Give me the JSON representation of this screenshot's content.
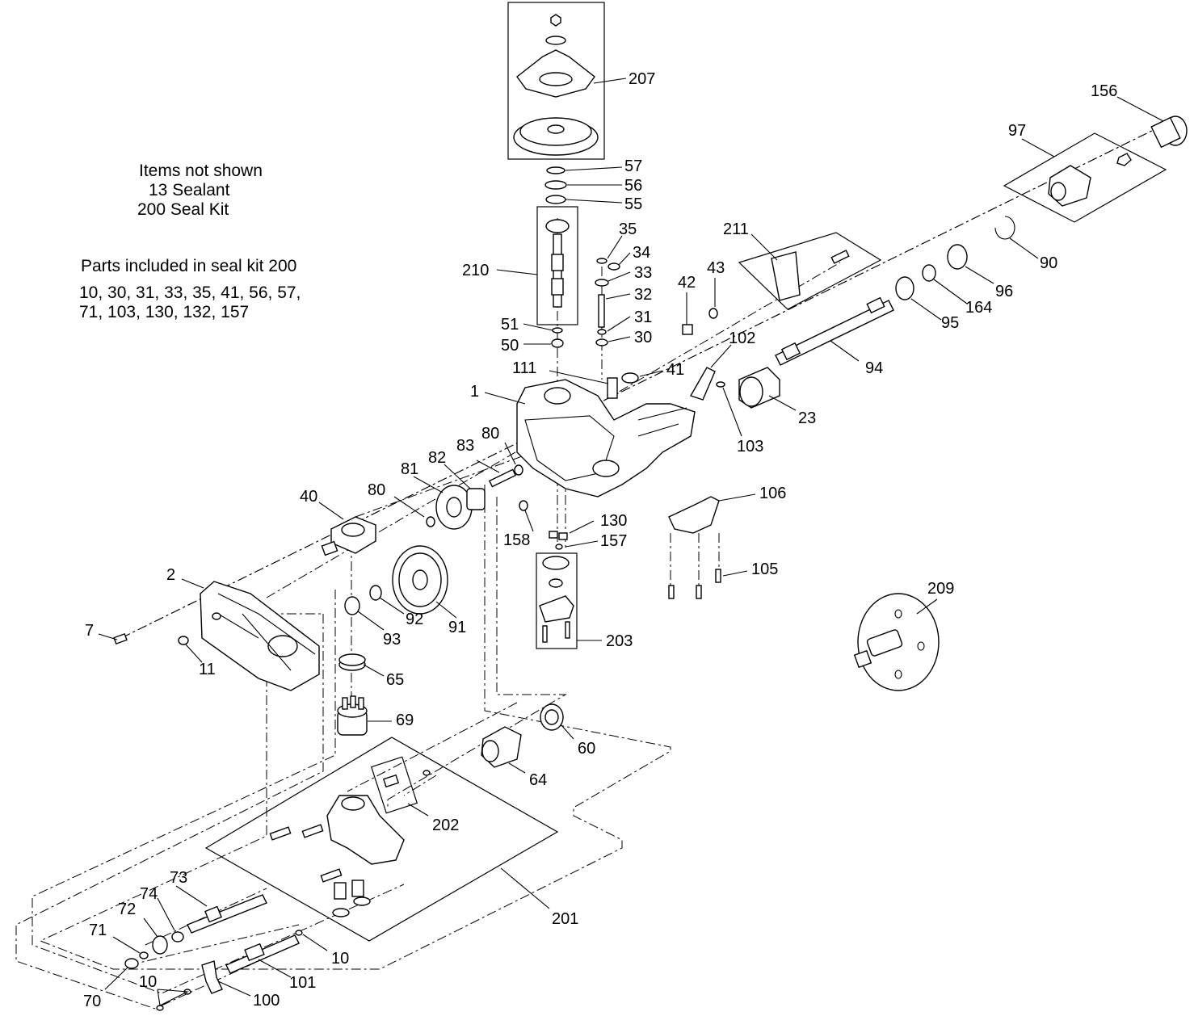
{
  "notes": {
    "not_shown_title": "Items not shown",
    "not_shown_line1": "13 Sealant",
    "not_shown_line2": "200 Seal Kit",
    "seal_kit_title": "Parts included in seal kit 200",
    "seal_kit_line1": "10, 30, 31, 33, 35, 41, 56, 57,",
    "seal_kit_line2": "71, 103, 130, 132, 157"
  },
  "callouts": [
    {
      "id": "c1",
      "label": "1"
    },
    {
      "id": "c2",
      "label": "2"
    },
    {
      "id": "c7",
      "label": "7"
    },
    {
      "id": "c10a",
      "label": "10"
    },
    {
      "id": "c10b",
      "label": "10"
    },
    {
      "id": "c11",
      "label": "11"
    },
    {
      "id": "c23",
      "label": "23"
    },
    {
      "id": "c30",
      "label": "30"
    },
    {
      "id": "c31",
      "label": "31"
    },
    {
      "id": "c32",
      "label": "32"
    },
    {
      "id": "c33",
      "label": "33"
    },
    {
      "id": "c34",
      "label": "34"
    },
    {
      "id": "c35",
      "label": "35"
    },
    {
      "id": "c40",
      "label": "40"
    },
    {
      "id": "c41",
      "label": "41"
    },
    {
      "id": "c42",
      "label": "42"
    },
    {
      "id": "c43",
      "label": "43"
    },
    {
      "id": "c50",
      "label": "50"
    },
    {
      "id": "c51",
      "label": "51"
    },
    {
      "id": "c55",
      "label": "55"
    },
    {
      "id": "c56",
      "label": "56"
    },
    {
      "id": "c57",
      "label": "57"
    },
    {
      "id": "c60",
      "label": "60"
    },
    {
      "id": "c64",
      "label": "64"
    },
    {
      "id": "c65",
      "label": "65"
    },
    {
      "id": "c69",
      "label": "69"
    },
    {
      "id": "c70",
      "label": "70"
    },
    {
      "id": "c71",
      "label": "71"
    },
    {
      "id": "c72",
      "label": "72"
    },
    {
      "id": "c73",
      "label": "73"
    },
    {
      "id": "c74",
      "label": "74"
    },
    {
      "id": "c80a",
      "label": "80"
    },
    {
      "id": "c80b",
      "label": "80"
    },
    {
      "id": "c81",
      "label": "81"
    },
    {
      "id": "c82",
      "label": "82"
    },
    {
      "id": "c83",
      "label": "83"
    },
    {
      "id": "c90",
      "label": "90"
    },
    {
      "id": "c91",
      "label": "91"
    },
    {
      "id": "c92",
      "label": "92"
    },
    {
      "id": "c93",
      "label": "93"
    },
    {
      "id": "c94",
      "label": "94"
    },
    {
      "id": "c95",
      "label": "95"
    },
    {
      "id": "c96",
      "label": "96"
    },
    {
      "id": "c97",
      "label": "97"
    },
    {
      "id": "c100",
      "label": "100"
    },
    {
      "id": "c101",
      "label": "101"
    },
    {
      "id": "c102",
      "label": "102"
    },
    {
      "id": "c103",
      "label": "103"
    },
    {
      "id": "c105",
      "label": "105"
    },
    {
      "id": "c106",
      "label": "106"
    },
    {
      "id": "c111",
      "label": "111"
    },
    {
      "id": "c130",
      "label": "130"
    },
    {
      "id": "c156",
      "label": "156"
    },
    {
      "id": "c157",
      "label": "157"
    },
    {
      "id": "c158",
      "label": "158"
    },
    {
      "id": "c164",
      "label": "164"
    },
    {
      "id": "c201",
      "label": "201"
    },
    {
      "id": "c202",
      "label": "202"
    },
    {
      "id": "c203",
      "label": "203"
    },
    {
      "id": "c207",
      "label": "207"
    },
    {
      "id": "c209",
      "label": "209"
    },
    {
      "id": "c210",
      "label": "210"
    },
    {
      "id": "c211",
      "label": "211"
    }
  ]
}
